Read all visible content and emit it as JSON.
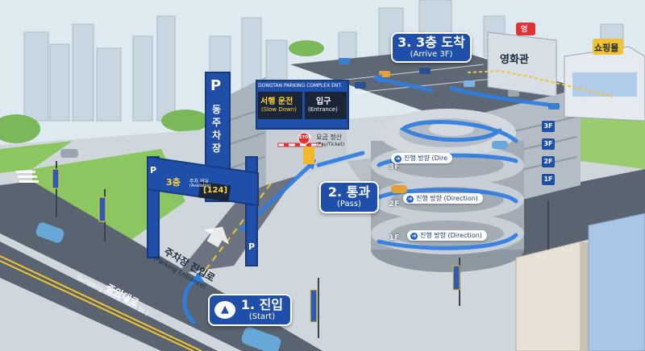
{
  "steps": [
    {
      "num": "1. 진입",
      "sub": "(Start)"
    },
    {
      "num": "2. 통과",
      "sub": "(Pass)"
    },
    {
      "num": "3. 3층 도착",
      "sub": "(Arrive 3F)"
    }
  ],
  "tower_sign": "동주차장",
  "tower_p": "P",
  "ent_sign": {
    "title": "DONGTAN PARKING COMPLEX ENT.",
    "slow": "서행 운전",
    "slow_en": "(Slow Down)",
    "entrance": "입구",
    "entrance_en": "(Entrance)"
  },
  "gate": {
    "p_left": "P",
    "p_right": "P",
    "floor": "3층",
    "avail_ko": "주차 여유",
    "avail_en": "(Available)",
    "count": "[124]"
  },
  "stop": "STOP",
  "pay": {
    "ko": "요금 정산",
    "en": "(Pay/Ticket)"
  },
  "road_entry": {
    "ko": "주차장 진입로",
    "en": "(Parking Entrance)"
  },
  "main_road": {
    "ko": "중앙대로",
    "en": "(Jungang-daero Main St.)"
  },
  "ramp_floors": [
    "3F",
    "2F",
    "1F"
  ],
  "direction_tags": [
    "진행 방향 (Dire",
    "진행 방향 (Direction)",
    "진행 방향 (Direction)"
  ],
  "side_floors": [
    "3F",
    "3F",
    "2F",
    "1F"
  ],
  "cinema": "영화관",
  "cinema_sign": "엉",
  "mall": "쇼핑몰",
  "colors": {
    "accent": "#1f4fa8",
    "road": "#5a6470",
    "grass": "#8cc660",
    "sky": "#dfe9f0"
  }
}
